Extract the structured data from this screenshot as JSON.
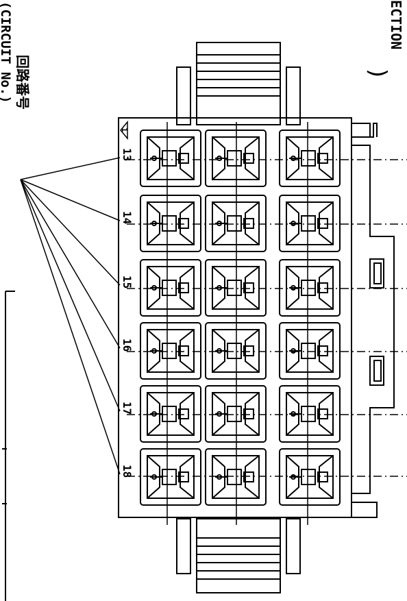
{
  "header": {
    "section_label": "ECTION",
    "legend_jp": "回路番号",
    "legend_en": "(CIRCUIT No.)"
  },
  "connector": {
    "circuit_numbers": [
      "13",
      "14",
      "15",
      "16",
      "17",
      "18"
    ],
    "pin_one_marker": "1",
    "rows": 3,
    "columns": 6
  },
  "colors": {
    "line": "#000000",
    "background": "#ffffff"
  }
}
